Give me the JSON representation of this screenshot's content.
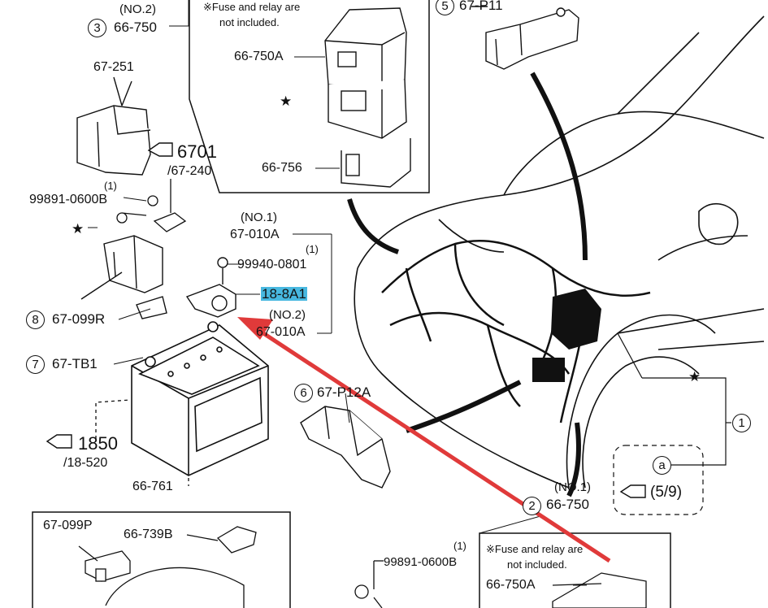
{
  "callouts": {
    "c3": {
      "num": "3",
      "note": "(NO.2)",
      "part": "66-750"
    },
    "c5": {
      "num": "5",
      "part": "67-P11"
    },
    "c8": {
      "num": "8",
      "part": "67-099R"
    },
    "c7": {
      "num": "7",
      "part": "67-TB1"
    },
    "c6": {
      "num": "6",
      "part": "67-P12A"
    },
    "c2": {
      "num": "2",
      "note": "(NO.1)",
      "part": "66-750"
    },
    "c1": {
      "num": "1"
    },
    "ca": {
      "num": "a",
      "ref": "(5/9)"
    }
  },
  "fuse_box_top": {
    "note": "※Fuse and relay are not included.",
    "note_line1": "※Fuse and relay are",
    "note_line2": "not included.",
    "cover": "66-750A",
    "star": "★",
    "base": "66-756"
  },
  "fuse_box_bottom": {
    "note_line1": "※Fuse and relay are",
    "note_line2": "not included.",
    "cover": "66-750A",
    "qty": "(1)",
    "bolt": "99891-0600B"
  },
  "left_parts": {
    "p1": "67-251",
    "ref_6701": "6701",
    "ref_6701_sub": "/67-240",
    "qty1": "(1)",
    "bolt": "99891-0600B",
    "star": "★"
  },
  "terminal_parts": {
    "no1": "(NO.1)",
    "t1": "67-010A",
    "qty": "(1)",
    "nut": "99940-0801",
    "highlight": "18-8A1",
    "no2": "(NO.2)",
    "t2": "67-010A"
  },
  "battery": {
    "ref_1850": "1850",
    "ref_1850_sub": "/18-520",
    "tray": "66-761"
  },
  "bottom_left_box": {
    "p1": "67-099P",
    "p2": "66-739B"
  },
  "right_side": {
    "star": "★"
  },
  "colors": {
    "line": "#111111",
    "arrow": "#e03a3a",
    "highlight": "#48b8e0"
  }
}
